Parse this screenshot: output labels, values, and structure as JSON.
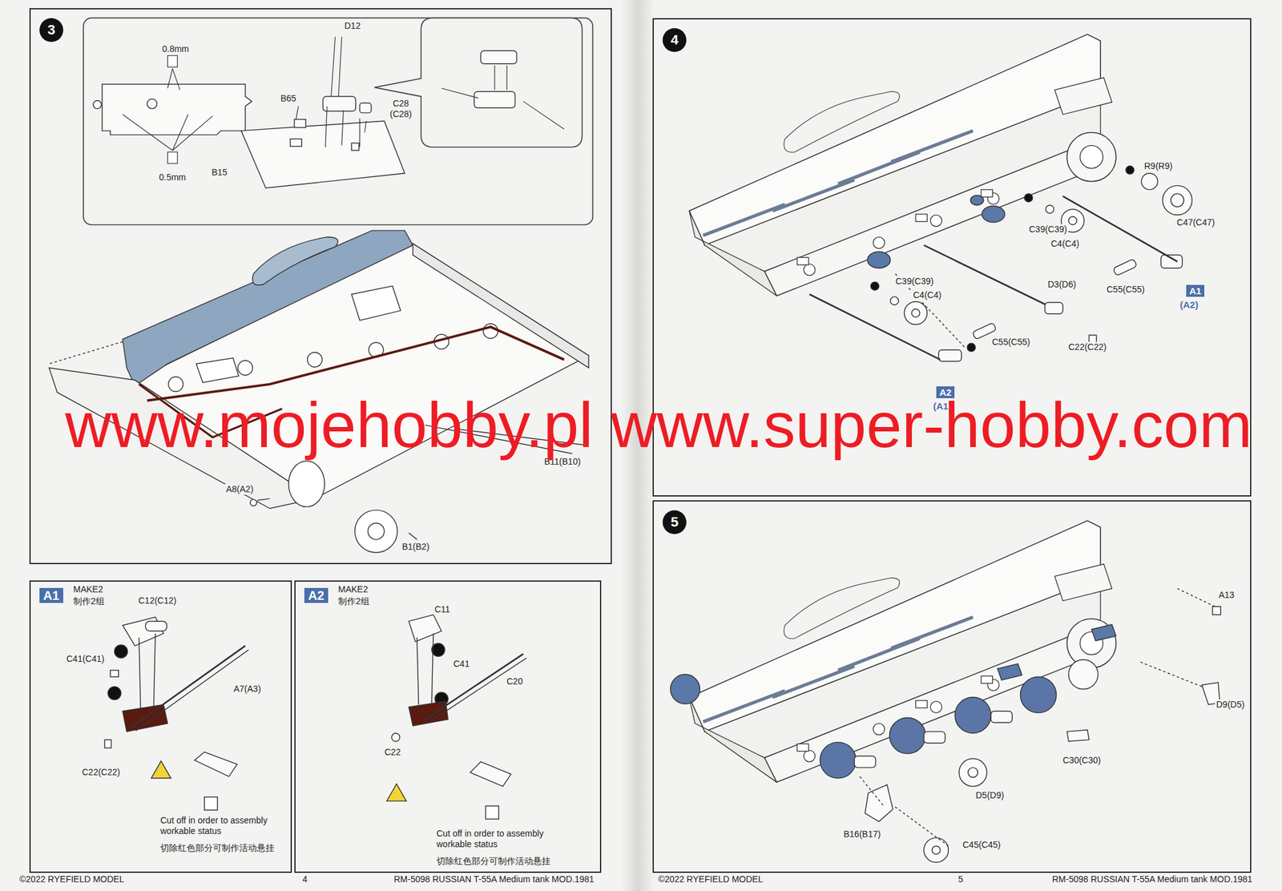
{
  "diagram": {
    "nodes": [
      {
        "text": [
          "3"
        ]
      },
      {
        "text": [
          "A1",
          "MAKE2",
          "制作2组"
        ]
      },
      {
        "text": [
          "A2",
          "MAKE2",
          "制作2组"
        ]
      },
      {
        "text": [
          "4"
        ]
      },
      {
        "text": [
          "5"
        ]
      }
    ],
    "labels": [
      "0.8mm",
      "0.5mm",
      "B15",
      "B65",
      "D12",
      "C28 (C28)",
      "B11(B10)",
      "A8(A2)",
      "B1(B2)",
      "C12(C12)",
      "C41(C41)",
      "A7(A3)",
      "C22(C22)",
      "Cut off in order to assembly workable status",
      "切除红色部分可制作活动悬挂",
      "C11",
      "C41",
      "C20",
      "C22",
      "Cut off in order to assembly workable status",
      "切除红色部分可制作活动悬挂",
      "©2022 RYEFIELD MODEL",
      "4",
      "RM-5098 RUSSIAN T-55A Medium tank MOD.1981",
      "R9(R9)",
      "C47(C47)",
      "C39(C39)",
      "C4(C4)",
      "C55(C55)",
      "A1",
      "(A2)",
      "D3(D6)",
      "C22(C22)",
      "C39(C39)",
      "C4(C4)",
      "C55(C55)",
      "A2",
      "(A1)",
      "A13",
      "D9(D5)",
      "C30(C30)",
      "D5(D9)",
      "B16(B17)",
      "C45(C45)",
      "©2022 RYEFIELD MODEL",
      "5",
      "RM-5098 RUSSIAN T-55A Medium tank MOD.1981",
      "www.mojehobby.pl www.super-hobby.com"
    ]
  }
}
